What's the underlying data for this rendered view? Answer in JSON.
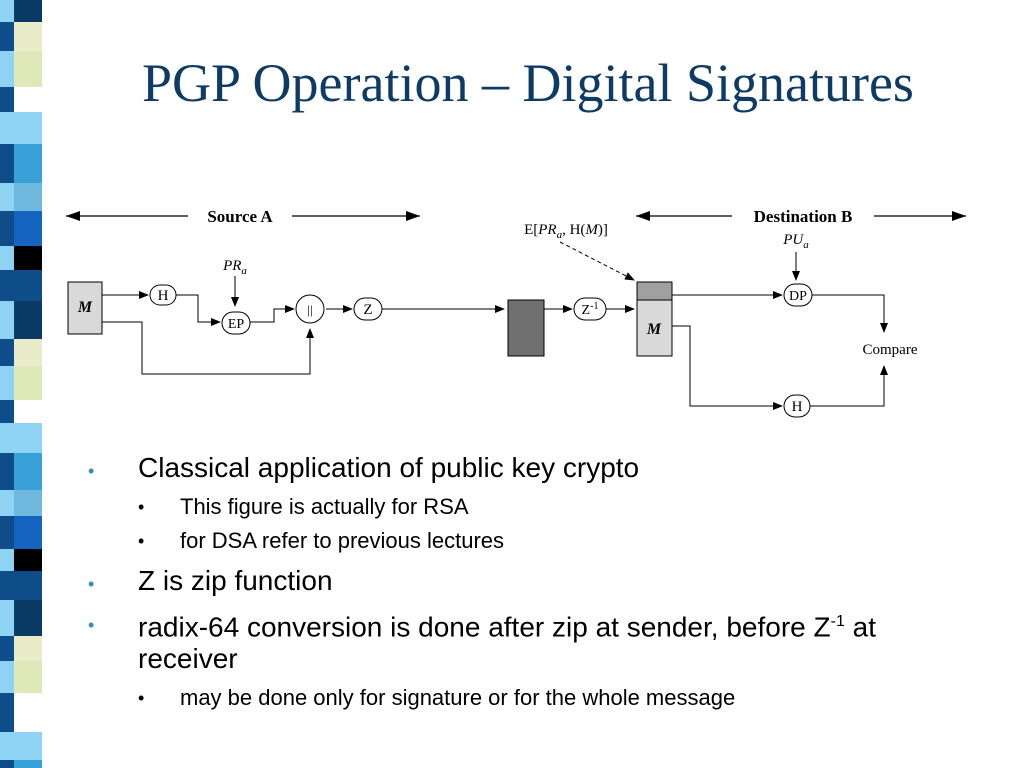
{
  "slide": {
    "title": "PGP Operation – Digital Signatures",
    "colors": {
      "title": "#0d3b66",
      "bullet": "#2f8fbd"
    }
  },
  "diagram": {
    "source_label": "Source A",
    "destination_label": "Destination B",
    "message_label": "M",
    "hash_label": "H",
    "encrypt_label": "EP",
    "concat_label": "||",
    "zip_label": "Z",
    "unzip_label_base": "Z",
    "unzip_label_sup": "-1",
    "decrypt_label": "DP",
    "compare_label": "Compare",
    "private_key_label": "PR",
    "private_key_sub": "a",
    "public_key_label": "PU",
    "public_key_sub": "a",
    "signature_annotation_prefix": "E[",
    "signature_annotation_key": "PR",
    "signature_annotation_sub": "a",
    "signature_annotation_mid": ", H(",
    "signature_annotation_m": "M",
    "signature_annotation_suffix": ")]",
    "dest_message_label": "M",
    "dest_hash_label": "H"
  },
  "bullets": {
    "item1": "Classical application of public key crypto",
    "item1_sub1": "This figure is actually for RSA",
    "item1_sub2": "for DSA refer to previous lectures",
    "item2": "Z is zip function",
    "item3_line1": "radix-64 conversion is done after zip at sender, before Z",
    "item3_sup": "-1",
    "item3_line2": " at receiver",
    "item3_sub1": "may be done only for signature or for the whole message",
    "bullet_glyph": "•"
  }
}
